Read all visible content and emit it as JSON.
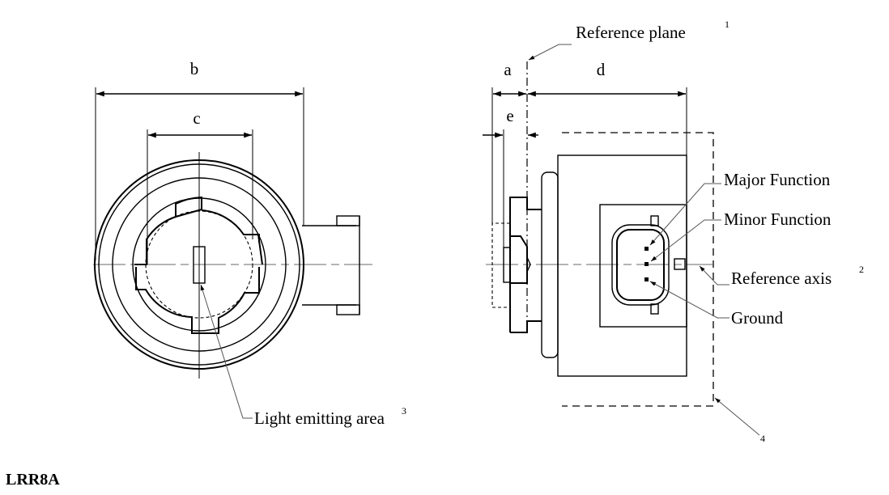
{
  "title": "LRR8A",
  "front_view": {
    "dimensions": {
      "b": "b",
      "c": "c"
    },
    "callouts": {
      "light_emitting_area": {
        "text": "Light emitting area",
        "note": "3"
      }
    }
  },
  "side_view": {
    "dimensions": {
      "a": "a",
      "d": "d",
      "e": "e"
    },
    "callouts": {
      "reference_plane": {
        "text": "Reference plane",
        "note": "1"
      },
      "major_function": {
        "text": "Major Function"
      },
      "minor_function": {
        "text": "Minor Function"
      },
      "reference_axis": {
        "text": "Reference axis",
        "note": "2"
      },
      "ground": {
        "text": "Ground"
      },
      "envelope": {
        "note": "4"
      }
    }
  }
}
